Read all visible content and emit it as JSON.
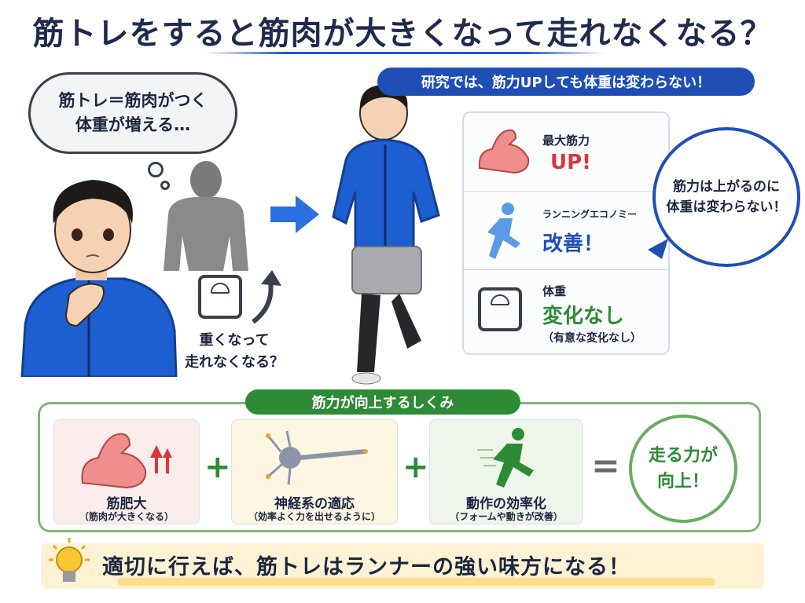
{
  "title": "筋トレをすると筋肉が大きくなって走れなくなる？",
  "thought": {
    "line1": "筋トレ＝筋肉がつく",
    "line2": "体重が増える…"
  },
  "question": {
    "line1": "重くなって",
    "line2": "走れなくなる？"
  },
  "research_banner": "研究では、筋力UPしても体重は変わらない！",
  "stats": [
    {
      "label": "最大筋力",
      "value": "UP!",
      "sub": "",
      "color": "#d9363e",
      "icon": "flexed-arm-icon"
    },
    {
      "label": "ランニングエコノミー",
      "value": "改善！",
      "sub": "",
      "color": "#1f4fb4",
      "icon": "runner-icon"
    },
    {
      "label": "体重",
      "value": "変化なし",
      "sub": "（有意な変化なし）",
      "color": "#2e8b35",
      "icon": "scale-icon"
    }
  ],
  "callout": {
    "line1": "筋力は上がるのに",
    "line2": "体重は変わらない！"
  },
  "mechanism": {
    "title": "筋力が向上するしくみ",
    "cards": [
      {
        "name": "筋肥大",
        "desc": "（筋肉が大きくなる）",
        "bg": "#fbecec",
        "icon": "flexed-arm-icon"
      },
      {
        "name": "神経系の適応",
        "desc": "（効率よく力を出せるように）",
        "bg": "#fdf6e3",
        "icon": "neuron-icon"
      },
      {
        "name": "動作の効率化",
        "desc": "（フォームや動きが改善）",
        "bg": "#eef6ec",
        "icon": "runner-icon"
      }
    ],
    "plus": "+",
    "equals": "=",
    "result": {
      "line1": "走る力が",
      "line2": "向上！"
    }
  },
  "bottom_message": "適切に行えば、筋トレはランナーの強い味方になる！",
  "colors": {
    "navy": "#1e2a4e",
    "blue": "#1f4fb4",
    "green": "#2e8b35",
    "red": "#d9363e",
    "yellow_band": "#fdf3d4"
  }
}
